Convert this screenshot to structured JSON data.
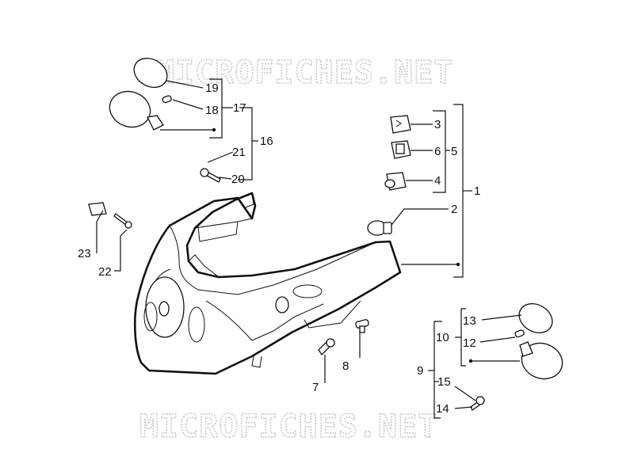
{
  "watermark": "MICROFICHES.NET",
  "callouts": {
    "c1": "1",
    "c2": "2",
    "c3": "3",
    "c4": "4",
    "c5": "5",
    "c6": "6",
    "c7": "7",
    "c8": "8",
    "c9": "9",
    "c10": "10",
    "c12": "12",
    "c13": "13",
    "c14": "14",
    "c15": "15",
    "c16": "16",
    "c17": "17",
    "c18": "18",
    "c19": "19",
    "c20": "20",
    "c21": "21",
    "c22": "22",
    "c23": "23"
  },
  "colors": {
    "line": "#111111",
    "watermark": "#c9c9c9",
    "background": "#ffffff"
  }
}
